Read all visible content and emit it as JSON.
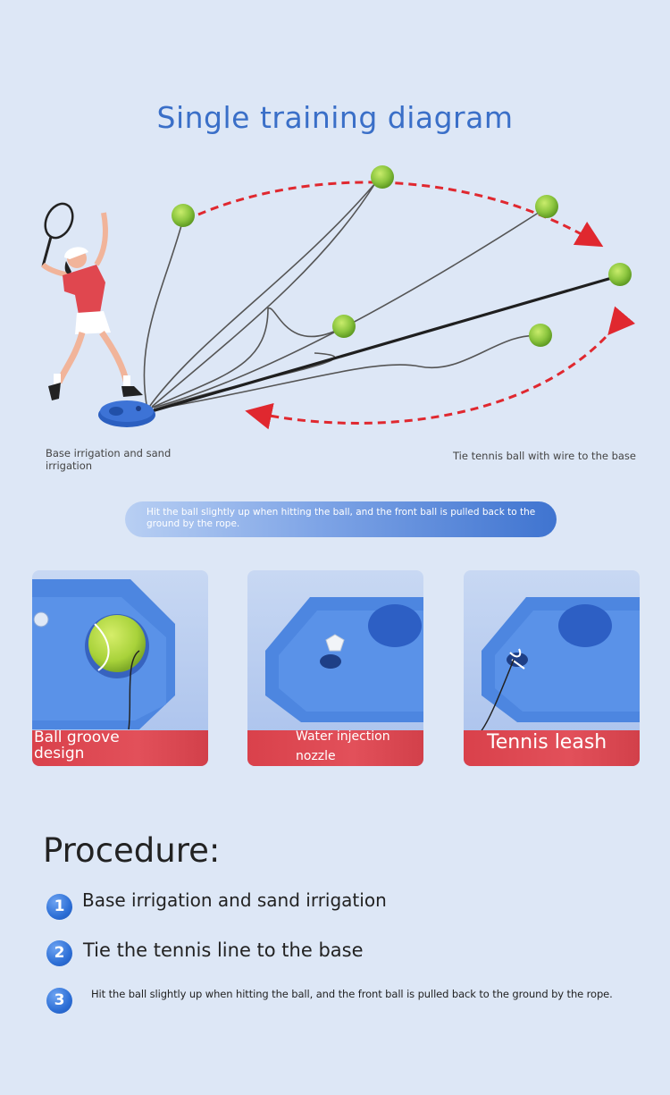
{
  "title": "Single training diagram",
  "diagram": {
    "base_label": "Base irrigation and sand irrigation",
    "tie_label": "Tie tennis ball with wire to the base",
    "hint": "Hit the ball slightly up when hitting the ball, and the front ball is pulled back to the ground by the rope."
  },
  "cards": [
    {
      "label": "Ball groove design"
    },
    {
      "label": "Water injection nozzle"
    },
    {
      "label": "Tennis leash"
    }
  ],
  "procedure": {
    "title": "Procedure:",
    "steps": [
      {
        "num": "1",
        "text": "Base irrigation and sand irrigation"
      },
      {
        "num": "2",
        "text": "Tie the tennis line to the base"
      },
      {
        "num": "3",
        "text": "Hit the ball slightly up when hitting the ball, and the front ball is pulled back to the ground by the rope."
      }
    ]
  },
  "colors": {
    "background": "#dde7f6",
    "title": "#3a6fc8",
    "arrow": "#e0282f",
    "ball": "#8cc63f",
    "base": "#3d73d6",
    "band": "#e0474f"
  }
}
